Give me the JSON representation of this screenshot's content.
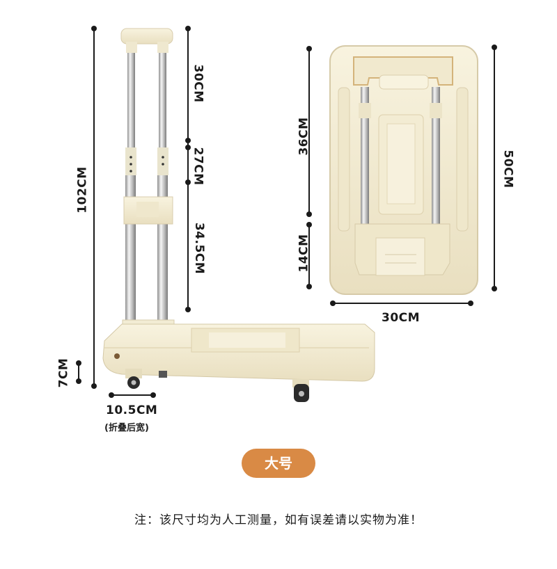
{
  "dims": {
    "total_height": "102CM",
    "handle_top": "30CM",
    "handle_mid": "27CM",
    "handle_low": "34.5CM",
    "wheel_height": "7CM",
    "folded_width": "10.5CM",
    "folded_width_note": "(折叠后宽)",
    "folded_upper": "36CM",
    "folded_lower": "14CM",
    "folded_length": "50CM",
    "folded_width_bottom": "30CM"
  },
  "badge": {
    "label": "大号",
    "color": "#d98a45"
  },
  "footnote": "注：该尺寸均为人工测量，如有误差请以实物为准！",
  "colors": {
    "body": "#f4eed6",
    "body_edge": "#d8ccac",
    "steel": "#c9c9c9",
    "wheel": "#2b2b2b",
    "accent": "#d98a45"
  }
}
